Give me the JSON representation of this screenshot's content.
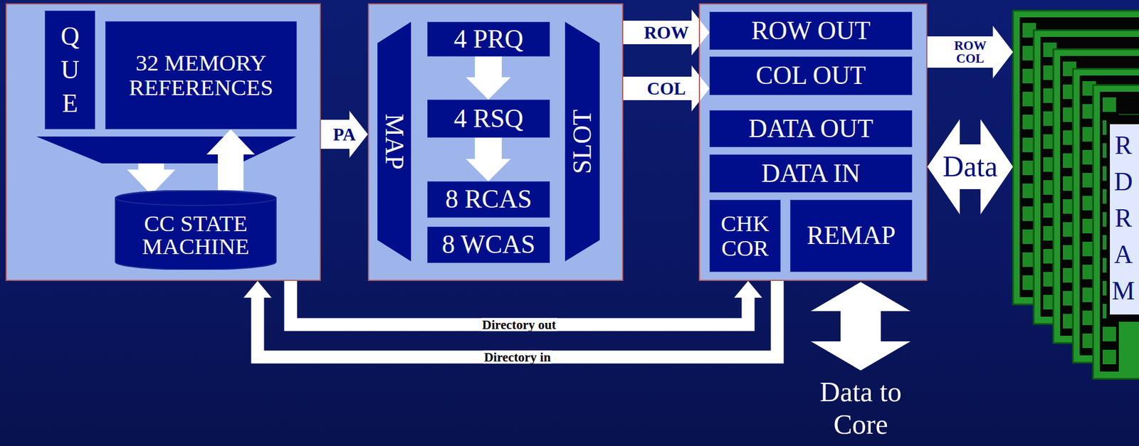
{
  "diagram": {
    "nodes": [
      {
        "text": []
      },
      {
        "text": [
          "QUE"
        ],
        "in": 0
      },
      {
        "text": [
          "32 MEMORY REFERENCES"
        ],
        "in": 0
      },
      {
        "text": [
          "CC STATE MACHINE"
        ],
        "in": 0
      },
      {
        "text": []
      },
      {
        "text": [
          "MAP"
        ],
        "in": 4
      },
      {
        "text": [
          "4 PRQ"
        ],
        "in": 4
      },
      {
        "text": [
          "4 RSQ"
        ],
        "in": 4
      },
      {
        "text": [
          "8 RCAS"
        ],
        "in": 4
      },
      {
        "text": [
          "8 WCAS"
        ],
        "in": 4
      },
      {
        "text": [
          "SLOT"
        ],
        "in": 4
      },
      {
        "text": []
      },
      {
        "text": [
          "ROW OUT"
        ],
        "in": 11
      },
      {
        "text": [
          "COL OUT"
        ],
        "in": 11
      },
      {
        "text": [
          "DATA OUT"
        ],
        "in": 11
      },
      {
        "text": [
          "DATA IN"
        ],
        "in": 11
      },
      {
        "text": [
          "CHK COR"
        ],
        "in": 11
      },
      {
        "text": [
          "REMAP"
        ],
        "in": 11
      },
      {
        "text": [
          "RDRAM"
        ]
      }
    ],
    "edges": [
      {
        "from": 3,
        "to": 2,
        "arrow": "to"
      },
      {
        "from": 0,
        "to": 4,
        "arrow": "to",
        "label": "PA"
      },
      {
        "from": 6,
        "to": 7,
        "arrow": "to"
      },
      {
        "from": 7,
        "to": 8,
        "arrow": "to"
      },
      {
        "from": 4,
        "to": 12,
        "arrow": "to",
        "label": "ROW"
      },
      {
        "from": 4,
        "to": 13,
        "arrow": "to",
        "label": "COL"
      },
      {
        "from": 11,
        "to": 18,
        "arrow": "to",
        "label": "ROW COL"
      },
      {
        "from": 11,
        "to": 18,
        "arrow": "both",
        "label": "Data"
      },
      {
        "from": 0,
        "to": 11,
        "arrow": "to",
        "label": "Directory out"
      },
      {
        "from": 11,
        "to": 0,
        "arrow": "to",
        "label": "Directory in"
      }
    ],
    "labels": [
      "Data to Core"
    ]
  }
}
